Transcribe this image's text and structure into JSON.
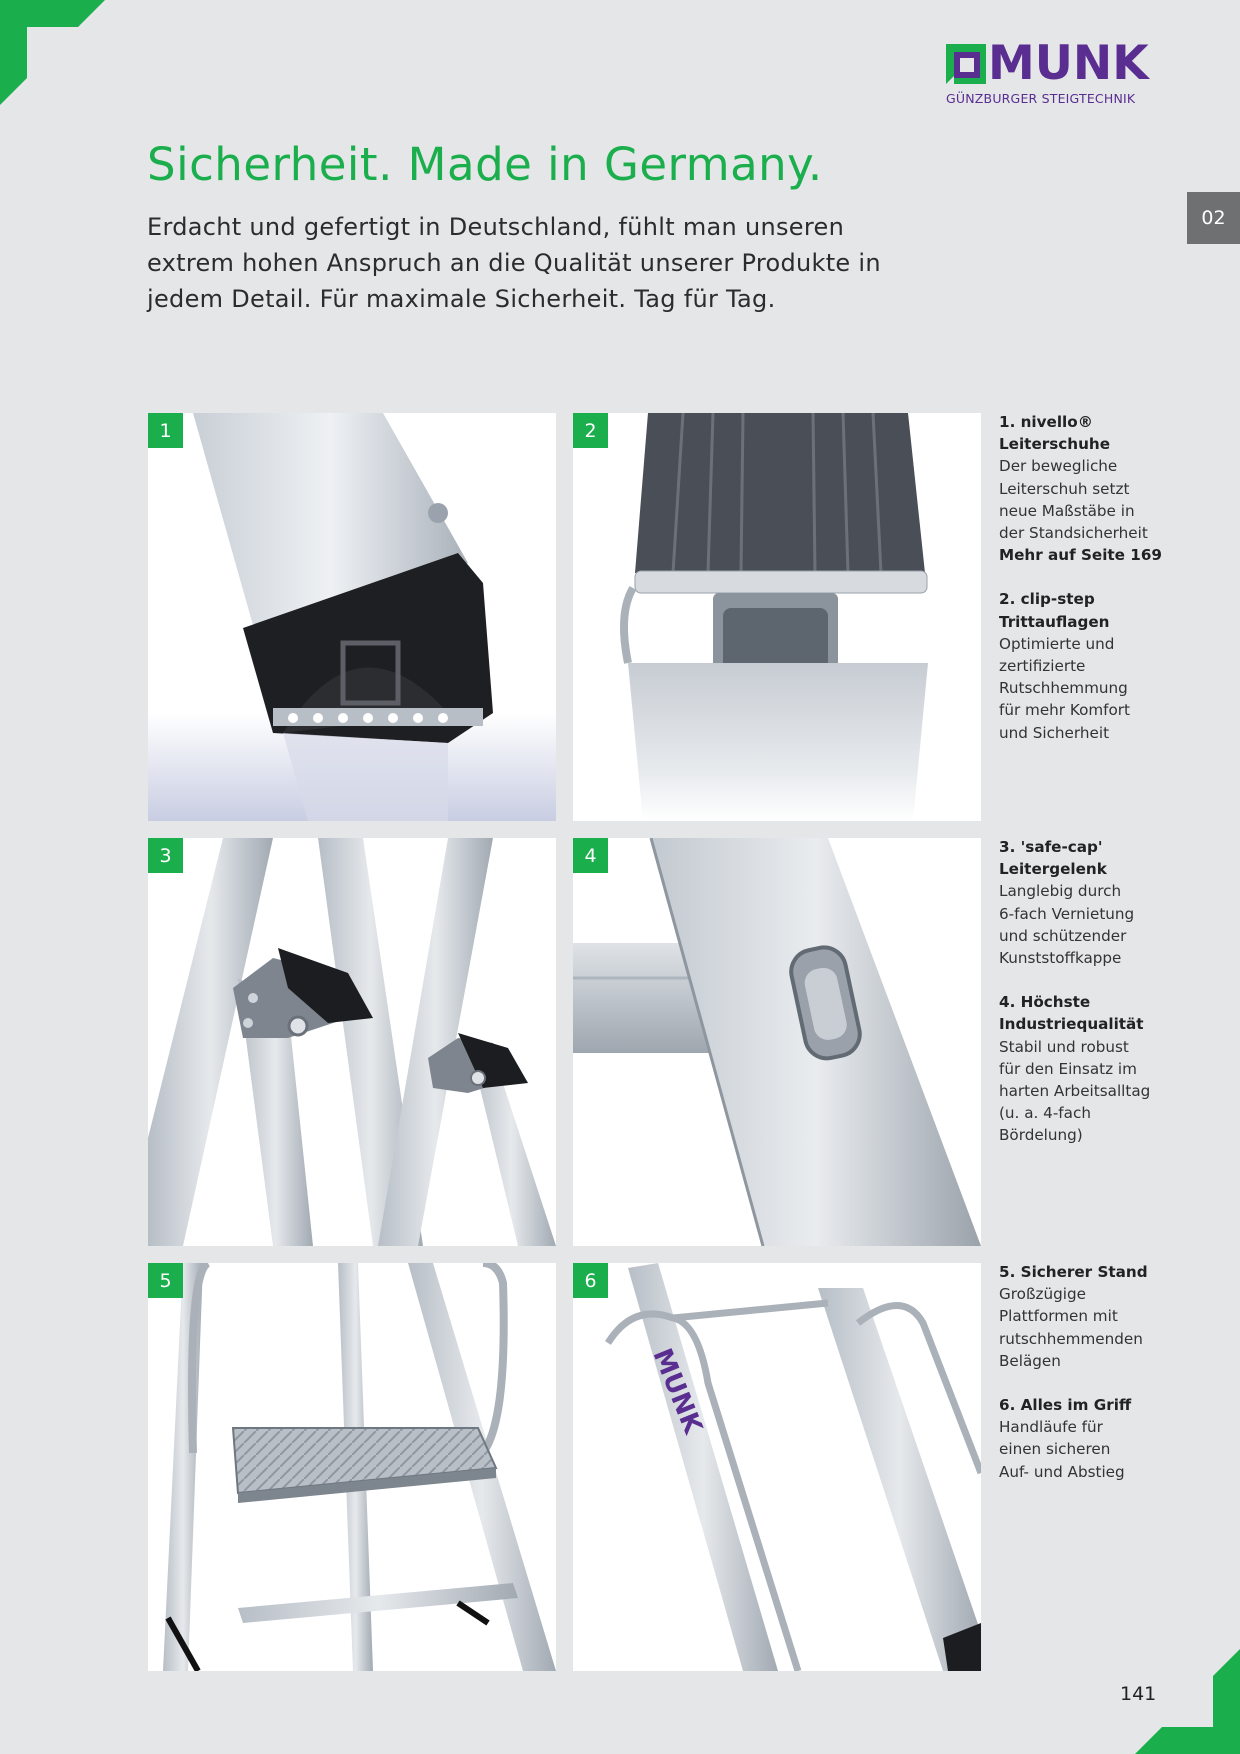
{
  "brand": {
    "name": "MUNK",
    "tagline": "GÜNZBURGER STEIGTECHNIK",
    "primary_color": "#5a2d91",
    "accent_color": "#1aae4c"
  },
  "section_tab": "02",
  "headline": "Sicherheit. Made in Germany.",
  "intro": "Erdacht und gefertigt in Deutschland, fühlt man unseren extrem hohen Anspruch an die Qualität unserer Produkte in jedem Detail. Für maximale Sicherheit. Tag für Tag.",
  "photos": [
    {
      "number": "1",
      "icon": "ladder-shoe-photo"
    },
    {
      "number": "2",
      "icon": "step-profile-photo"
    },
    {
      "number": "3",
      "icon": "ladder-joint-photo"
    },
    {
      "number": "4",
      "icon": "ladder-rail-photo"
    },
    {
      "number": "5",
      "icon": "platform-photo"
    },
    {
      "number": "6",
      "icon": "handrail-photo"
    }
  ],
  "captions": [
    {
      "title_line1": "1. nivello®",
      "title_line2": "Leiterschuhe",
      "body": [
        "Der bewegliche",
        "Leiterschuh setzt",
        "neue Maßstäbe in",
        "der Standsicherheit"
      ],
      "more": "Mehr auf Seite 169"
    },
    {
      "title_line1": "2. clip-step",
      "title_line2": "Trittauflagen",
      "body": [
        "Optimierte und",
        "zertifizierte",
        "Rutschhemmung",
        "für mehr Komfort",
        "und Sicherheit"
      ]
    },
    {
      "title_line1": "3. 'safe-cap'",
      "title_line2": "Leitergelenk",
      "body": [
        "Langlebig durch",
        "6-fach Vernietung",
        "und schützender",
        "Kunststoffkappe"
      ]
    },
    {
      "title_line1": "4. Höchste",
      "title_line2": "Industriequalität",
      "body": [
        "Stabil und robust",
        "für den Einsatz im",
        "harten Arbeitsalltag",
        "(u. a. 4-fach",
        "Bördelung)"
      ]
    },
    {
      "title_line1": "5. Sicherer Stand",
      "body": [
        "Großzügige",
        "Plattformen mit",
        "rutschhemmenden",
        "Belägen"
      ]
    },
    {
      "title_line1": "6. Alles im Griff",
      "body": [
        "Handläufe für",
        "einen sicheren",
        "Auf- und Abstieg"
      ]
    }
  ],
  "page_number": "141"
}
